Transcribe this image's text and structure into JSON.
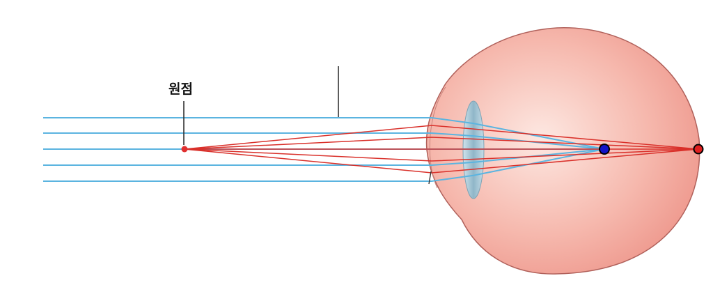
{
  "diagram": {
    "far_point_label": "원점",
    "colors": {
      "parallel_ray": "#5bb4e0",
      "diverging_ray": "#d9302a",
      "eyeball_fill": "#f2a9a0",
      "eyeball_stroke": "#b0605a",
      "lens_fill": "#a9c8d6",
      "focus_point_parallel": "#1414c8",
      "focus_point_far": "#e02020",
      "far_point_dot": "#e03030",
      "pointer_line": "#333333"
    },
    "icons": {
      "eyeball": "eyeball-shape",
      "lens": "lens-shape"
    }
  }
}
